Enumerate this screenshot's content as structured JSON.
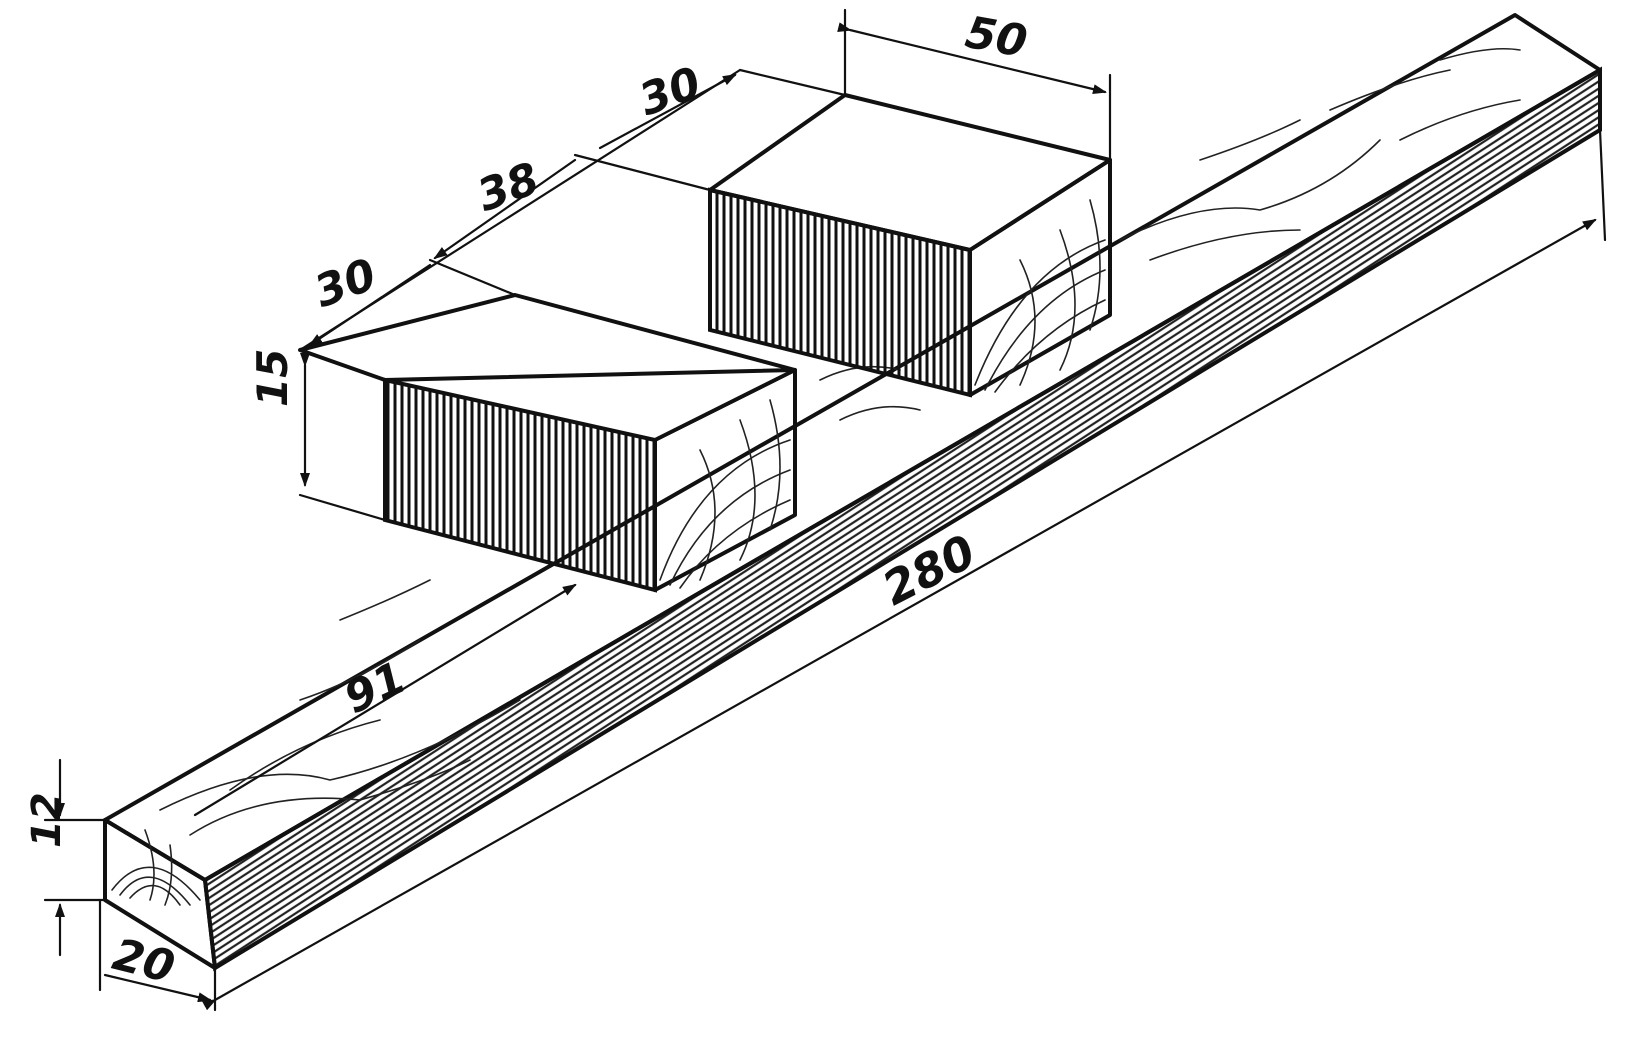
{
  "figure": {
    "colors": {
      "ink": "#111111",
      "paper": "#ffffff"
    },
    "dimensions": {
      "board_length": "280",
      "board_width": "20",
      "board_height": "12",
      "block_height": "15",
      "block_width": "50",
      "block_depth_first": "30",
      "gap_between_blocks": "38",
      "block_depth_second": "30",
      "offset_from_end": "91"
    }
  }
}
